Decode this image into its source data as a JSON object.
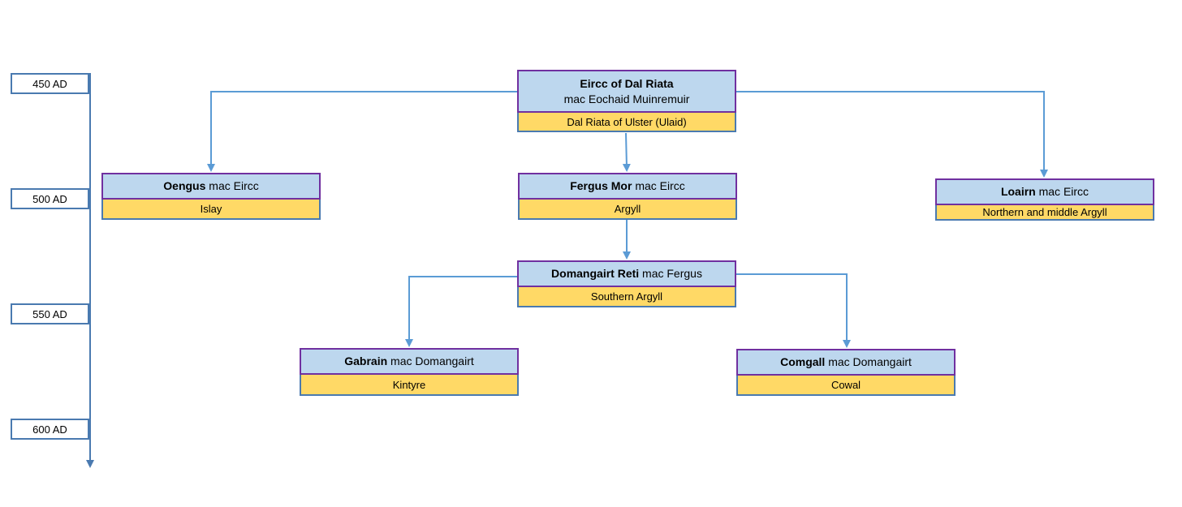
{
  "colors": {
    "connector": "#5b9bd5",
    "timeline": "#4a7ab0",
    "name_fill": "#bdd7ee",
    "name_border": "#7030a0",
    "region_fill": "#ffd966"
  },
  "timeline": {
    "years": [
      "450 AD",
      "500 AD",
      "550 AD",
      "600 AD"
    ]
  },
  "nodes": {
    "eircc": {
      "bold": "Eircc of Dal Riata",
      "rest": "mac Eochaid Muinremuir",
      "region": "Dal Riata of Ulster (Ulaid)"
    },
    "oengus": {
      "bold": "Oengus",
      "rest": " mac Eircc",
      "region": "Islay"
    },
    "fergus": {
      "bold": "Fergus Mor",
      "rest": " mac Eircc",
      "region": "Argyll"
    },
    "loairn": {
      "bold": "Loairn",
      "rest": " mac Eircc",
      "region": "Northern and middle Argyll"
    },
    "domangairt": {
      "bold": "Domangairt Reti",
      "rest": " mac Fergus",
      "region": "Southern Argyll"
    },
    "gabrain": {
      "bold": "Gabrain",
      "rest": " mac Domangairt",
      "region": "Kintyre"
    },
    "comgall": {
      "bold": "Comgall",
      "rest": " mac Domangairt",
      "region": "Cowal"
    }
  }
}
